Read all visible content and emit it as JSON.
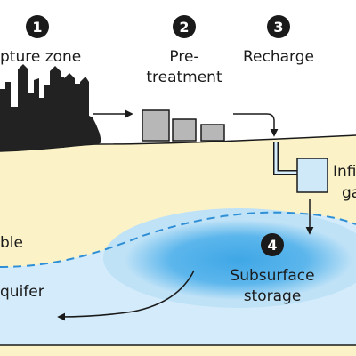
{
  "steps": [
    {
      "number": "1",
      "label": "pture zone"
    },
    {
      "number": "2",
      "label_line1": "Pre-",
      "label_line2": "treatment"
    },
    {
      "number": "3",
      "label": "Recharge"
    },
    {
      "number": "4",
      "label_line1": "Subsurface",
      "label_line2": "storage"
    }
  ],
  "labels": {
    "infiltration_line1": "Infi",
    "infiltration_line2": "ga",
    "water_table": "ble",
    "aquifer": "quifer"
  },
  "colors": {
    "soil": "#fbf3c7",
    "groundwater": "#d3ebfa",
    "storage_core": "#3fa7e6",
    "water_table_line": "#2f8fd6",
    "city": "#222222",
    "buildings": "#b7b7b7",
    "ink": "#1a1a1a"
  }
}
